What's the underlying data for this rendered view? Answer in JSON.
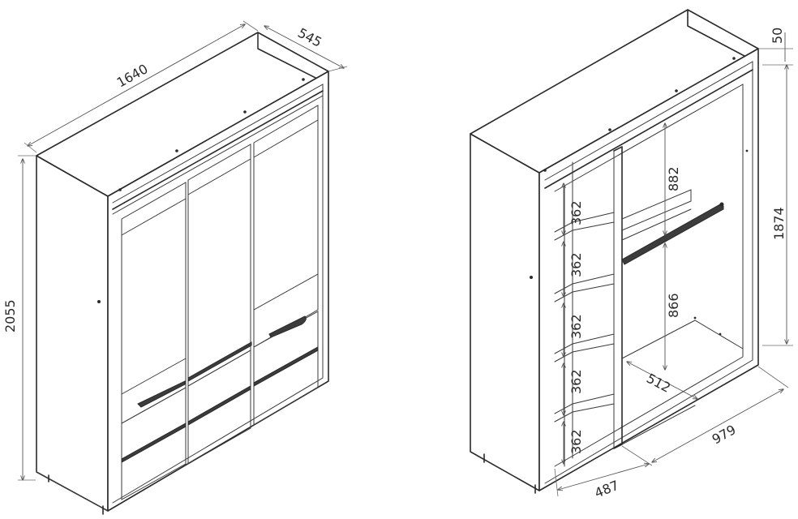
{
  "dimensions": {
    "width": "1640",
    "depth": "545",
    "height": "2055",
    "top_gap": "50",
    "inner_height": "1874",
    "shelf_1": "362",
    "shelf_2": "362",
    "shelf_3": "362",
    "shelf_4": "362",
    "shelf_5": "362",
    "upper_section": "882",
    "lower_section": "866",
    "bottom_depth": "512",
    "right_width": "979",
    "left_width": "487"
  },
  "colors": {
    "line": "#2a2a2a",
    "dimension_line": "#555555",
    "background": "#ffffff"
  }
}
